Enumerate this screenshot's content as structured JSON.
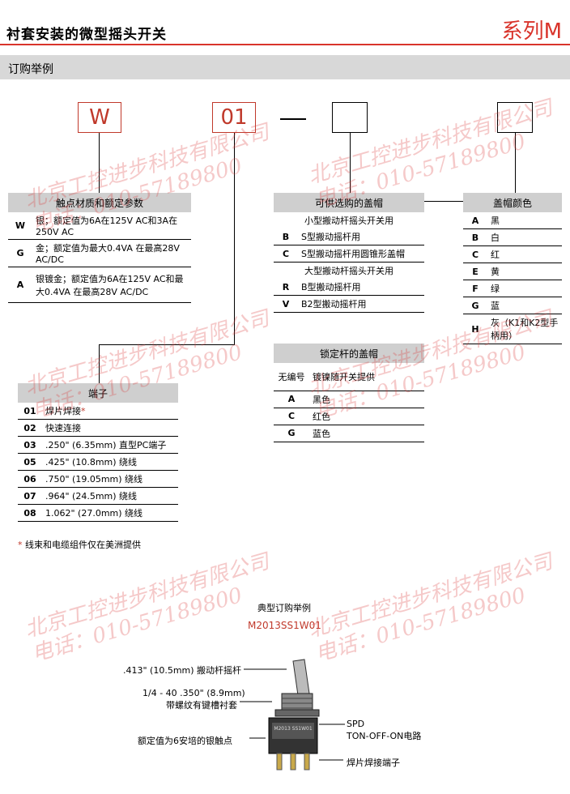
{
  "header": {
    "title": "衬套安装的微型摇头开关",
    "series": "系列M",
    "section": "订购举例"
  },
  "boxes": {
    "b1": "W",
    "b2": "01",
    "b3": "",
    "b4": ""
  },
  "contact": {
    "header": "触点材质和额定参数",
    "rows": [
      {
        "code": "W",
        "desc": "银；额定值为6A在125V AC和3A在250V AC"
      },
      {
        "code": "G",
        "desc": "金；额定值为最大0.4VA 在最高28V AC/DC"
      },
      {
        "code": "A",
        "desc": "银镀金；额定值为6A在125V AC和最大0.4VA 在最高28V AC/DC"
      }
    ]
  },
  "caps": {
    "header": "可供选购的盖帽",
    "sub1": "小型搬动杆摇头开关用",
    "rows1": [
      {
        "code": "B",
        "desc": "S型搬动摇杆用"
      },
      {
        "code": "C",
        "desc": "S型搬动摇杆用圆锥形盖帽"
      }
    ],
    "sub2": "大型搬动杆摇头开关用",
    "rows2": [
      {
        "code": "R",
        "desc": "B型搬动摇杆用"
      },
      {
        "code": "V",
        "desc": "B2型搬动摇杆用"
      }
    ]
  },
  "colors": {
    "header": "盖帽颜色",
    "rows": [
      {
        "code": "A",
        "desc": "黑"
      },
      {
        "code": "B",
        "desc": "白"
      },
      {
        "code": "C",
        "desc": "红"
      },
      {
        "code": "E",
        "desc": "黄"
      },
      {
        "code": "F",
        "desc": "绿"
      },
      {
        "code": "G",
        "desc": "蓝"
      },
      {
        "code": "H",
        "desc": "灰（K1和K2型手柄用）"
      }
    ]
  },
  "lock": {
    "header": "锁定杆的盖帽",
    "rows": [
      {
        "code": "无编号",
        "desc": "镀镍随开关提供"
      },
      {
        "code": "A",
        "desc": "黑色"
      },
      {
        "code": "C",
        "desc": "红色"
      },
      {
        "code": "G",
        "desc": "蓝色"
      }
    ]
  },
  "terminal": {
    "header": "端子",
    "rows": [
      {
        "code": "01",
        "desc": "焊片焊接",
        "star": "*"
      },
      {
        "code": "02",
        "desc": "快速连接",
        "star": ""
      },
      {
        "code": "03",
        "desc": ".250\" (6.35mm) 直型PC端子",
        "star": ""
      },
      {
        "code": "05",
        "desc": ".425\" (10.8mm) 绕线",
        "star": ""
      },
      {
        "code": "06",
        "desc": ".750\" (19.05mm) 绕线",
        "star": ""
      },
      {
        "code": "07",
        "desc": ".964\" (24.5mm) 绕线",
        "star": ""
      },
      {
        "code": "08",
        "desc": "1.062\" (27.0mm) 绕线",
        "star": ""
      }
    ]
  },
  "note": {
    "star": "*",
    "text": "线束和电缆组件仅在美洲提供"
  },
  "example": {
    "title": "典型订购举例",
    "code": "M2013SS1W01",
    "labels": {
      "lever": ".413\" (10.5mm) 搬动杆摇杆",
      "thread1": "1/4 - 40 .350\" (8.9mm)",
      "thread2": "带螺纹有键槽衬套",
      "contact": "额定值为6安培的银触点",
      "circuit1": "SPD",
      "circuit2": "TON-OFF-ON电路",
      "terminal": "焊片焊接端子"
    },
    "body_text": "M2013 SS1W01"
  },
  "watermark": {
    "line1": "北京工控进步科技有限公司",
    "line2": "电话：010-57189800"
  }
}
